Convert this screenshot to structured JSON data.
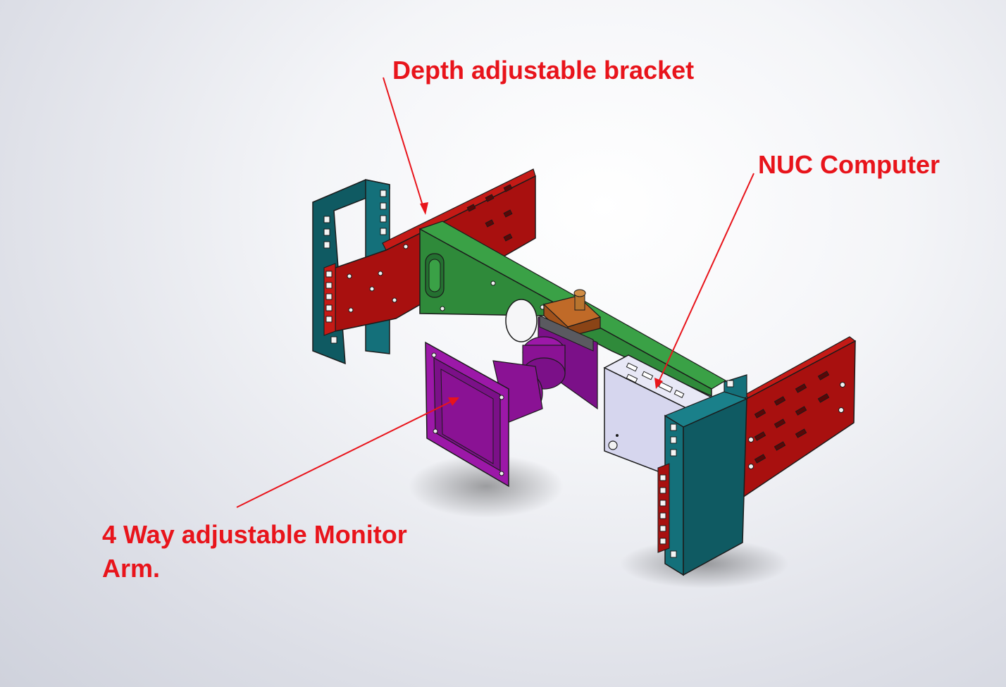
{
  "labels": {
    "depth_bracket": "Depth adjustable bracket",
    "nuc_computer": "NUC Computer",
    "monitor_arm_line1": "4 Way adjustable Monitor",
    "monitor_arm_line2": "Arm."
  },
  "colors": {
    "label_red": "#e8141b",
    "bracket_red": "#a8100f",
    "rail_teal": "#0f5a62",
    "plate_green": "#2f8a3a",
    "arm_purple": "#8a1294",
    "clamp_brown": "#a0521c",
    "nuc_body": "#dcdcf2"
  },
  "parts": [
    {
      "name": "Depth adjustable bracket",
      "color": "bracket_red"
    },
    {
      "name": "rack rail",
      "color": "rail_teal"
    },
    {
      "name": "mounting plate",
      "color": "plate_green"
    },
    {
      "name": "monitor arm",
      "color": "arm_purple"
    },
    {
      "name": "clamp",
      "color": "clamp_brown"
    },
    {
      "name": "NUC Computer",
      "color": "nuc_body"
    }
  ]
}
